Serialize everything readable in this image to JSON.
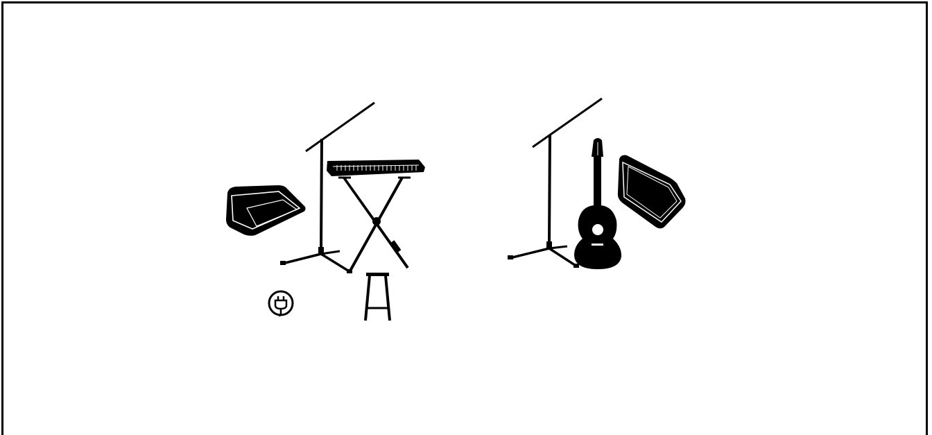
{
  "stage_plot": {
    "items": [
      {
        "id": "floor-monitor-left",
        "icon": "floor-monitor-icon"
      },
      {
        "id": "vocal-mic-stand-left",
        "icon": "boom-mic-stand-icon"
      },
      {
        "id": "keyboard-on-x-stand",
        "icon": "keyboard-icon"
      },
      {
        "id": "power-outlet",
        "icon": "power-plug-icon"
      },
      {
        "id": "stool",
        "icon": "stool-icon"
      },
      {
        "id": "vocal-mic-stand-right",
        "icon": "boom-mic-stand-icon"
      },
      {
        "id": "acoustic-guitar",
        "icon": "acoustic-guitar-icon"
      },
      {
        "id": "guitar-amp",
        "icon": "guitar-amp-icon"
      }
    ],
    "colors": {
      "ink": "#000000",
      "paper": "#ffffff",
      "frame": "#000000"
    }
  }
}
